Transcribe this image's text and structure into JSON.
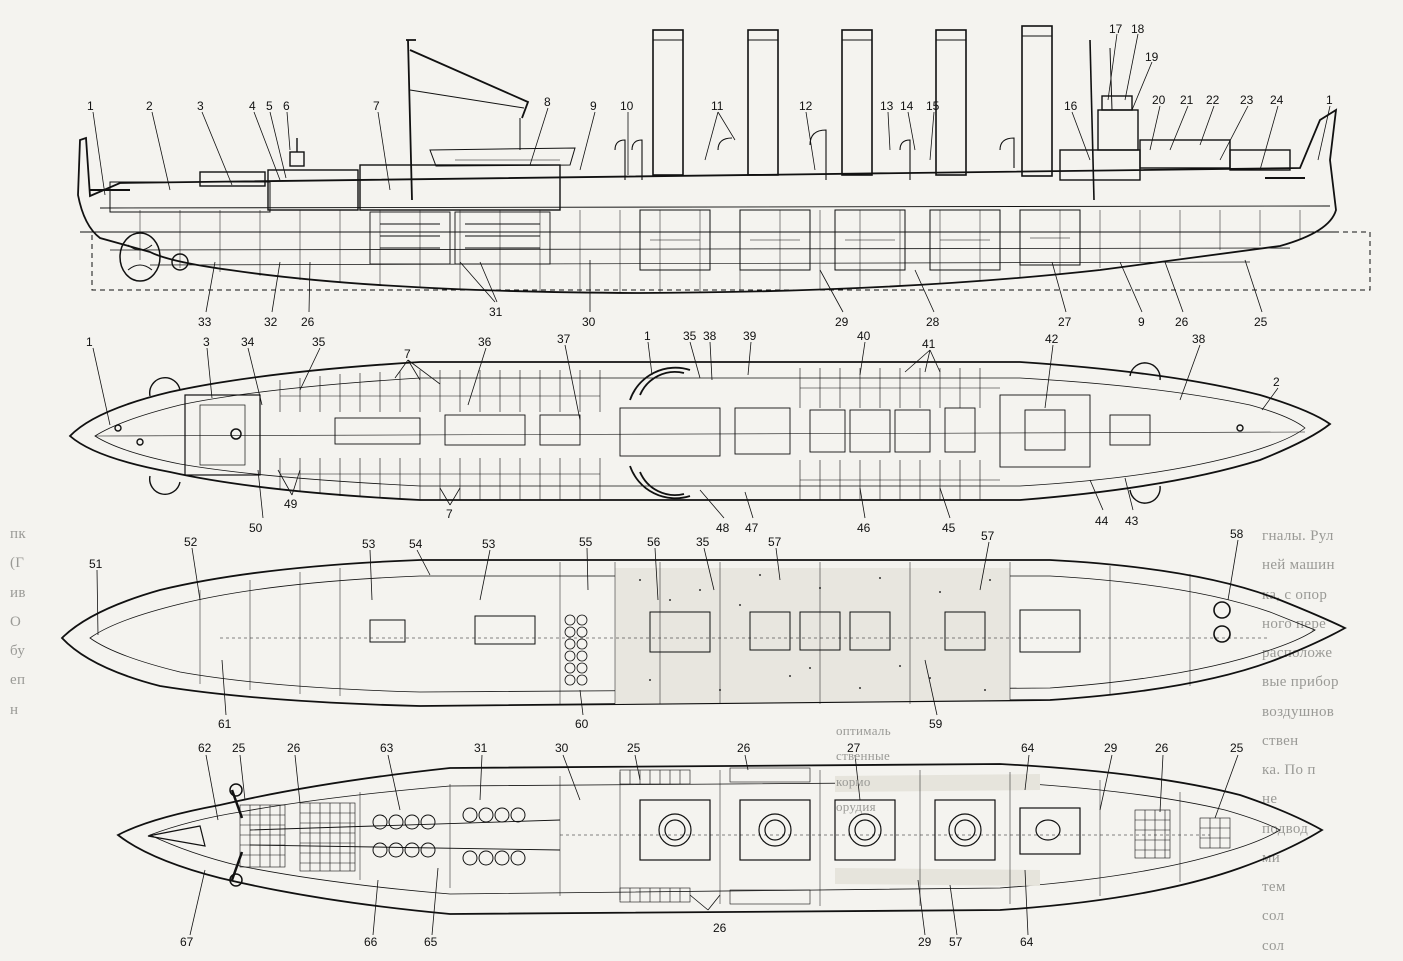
{
  "side_view": {
    "labels": [
      "1",
      "2",
      "3",
      "4",
      "5",
      "6",
      "7",
      "8",
      "9",
      "10",
      "11",
      "12",
      "13",
      "14",
      "15",
      "16",
      "17",
      "18",
      "19",
      "20",
      "21",
      "22",
      "23",
      "24",
      "1",
      "33",
      "32",
      "26",
      "31",
      "30",
      "29",
      "28",
      "27",
      "9",
      "26",
      "25"
    ]
  },
  "deck_plan": {
    "labels": [
      "1",
      "3",
      "34",
      "35",
      "7",
      "36",
      "37",
      "1",
      "35",
      "38",
      "39",
      "40",
      "41",
      "42",
      "38",
      "2",
      "50",
      "49",
      "7",
      "48",
      "47",
      "46",
      "45",
      "44",
      "43"
    ]
  },
  "lower_deck": {
    "labels": [
      "51",
      "52",
      "53",
      "54",
      "53",
      "55",
      "56",
      "35",
      "57",
      "57",
      "58",
      "61",
      "60",
      "59"
    ]
  },
  "hold_plan": {
    "labels": [
      "62",
      "25",
      "26",
      "63",
      "31",
      "30",
      "25",
      "26",
      "27",
      "64",
      "29",
      "26",
      "25",
      "67",
      "66",
      "65",
      "26",
      "29",
      "57",
      "64"
    ]
  },
  "background_text": {
    "right_column": [
      "гналы. Рул",
      "ней машин",
      "ка, с опор",
      "ного пере",
      "расположе",
      "вые прибор",
      "воздушнов",
      "ствен",
      "ка. По п",
      "не",
      "подвод",
      "ми",
      "тем",
      "сол",
      "сол"
    ],
    "left_column": [
      "пк",
      "(Г",
      "ив",
      "О",
      "бу",
      "еп",
      "н"
    ],
    "bottom_column": [
      "оптималь",
      "ственные",
      "кормо",
      "орудия"
    ]
  }
}
